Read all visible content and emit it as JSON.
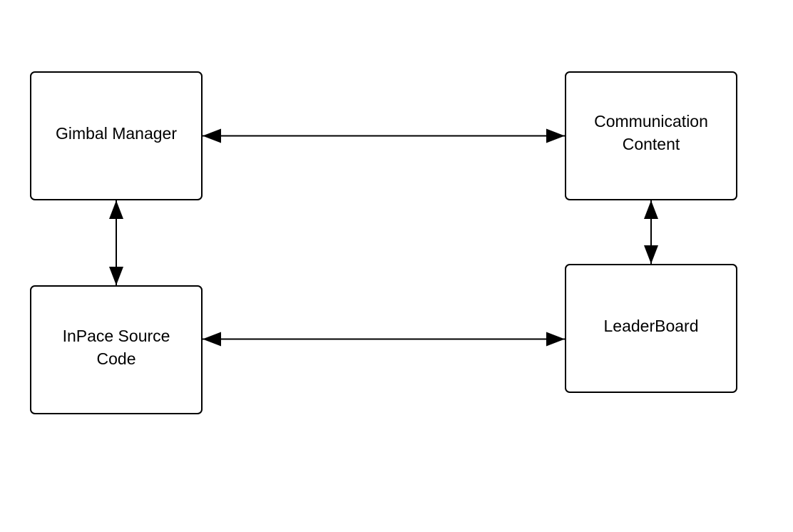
{
  "diagram": {
    "nodes": [
      {
        "id": "gimbal-manager",
        "label": "Gimbal Manager"
      },
      {
        "id": "communication-content",
        "label": "Communication\nContent"
      },
      {
        "id": "inpace-source-code",
        "label": "InPace Source\nCode"
      },
      {
        "id": "leaderboard",
        "label": "LeaderBoard"
      }
    ],
    "edges": [
      {
        "from": "gimbal-manager",
        "to": "communication-content",
        "direction": "both"
      },
      {
        "from": "gimbal-manager",
        "to": "inpace-source-code",
        "direction": "both"
      },
      {
        "from": "communication-content",
        "to": "leaderboard",
        "direction": "both"
      },
      {
        "from": "inpace-source-code",
        "to": "leaderboard",
        "direction": "both"
      }
    ],
    "colors": {
      "line": "#000000",
      "node_border": "#000000",
      "node_fill": "#ffffff",
      "background": "#ffffff"
    }
  }
}
